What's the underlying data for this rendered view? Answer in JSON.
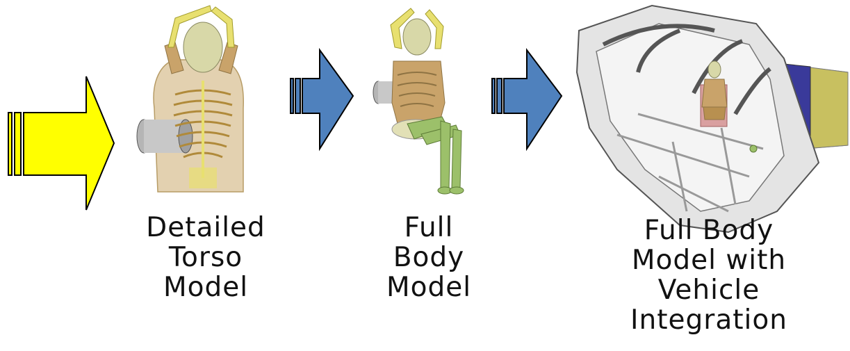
{
  "stages": [
    {
      "id": "torso",
      "caption_lines": [
        "Detailed",
        "Torso",
        "Model"
      ],
      "image": "torso-model-render"
    },
    {
      "id": "full_body",
      "caption_lines": [
        "Full",
        "Body",
        "Model"
      ],
      "image": "full-body-model-render"
    },
    {
      "id": "vehicle",
      "caption_lines": [
        "Full Body",
        "Model with",
        "Vehicle",
        "Integration"
      ],
      "image": "vehicle-integration-render"
    }
  ],
  "arrows": [
    {
      "id": "input",
      "color": "#ffff00",
      "icon": "right-arrow-icon"
    },
    {
      "id": "torso-to-body",
      "color": "#4f81bd",
      "icon": "right-arrow-icon"
    },
    {
      "id": "body-to-vehicle",
      "color": "#4f81bd",
      "icon": "right-arrow-icon"
    }
  ],
  "colors": {
    "yellow_arrow": "#ffff00",
    "blue_arrow": "#4f81bd",
    "skin": "#c9a36a",
    "bone": "#e8e070",
    "leg": "#9cc06a",
    "car_grey": "#d8d8d8"
  }
}
